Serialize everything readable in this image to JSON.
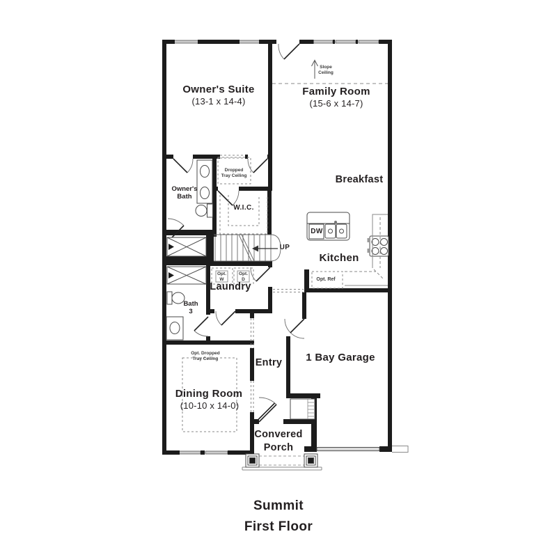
{
  "title": {
    "line1": "Summit",
    "line2": "First Floor"
  },
  "rooms": {
    "owners_suite": {
      "name": "Owner's Suite",
      "dims": "(13-1 x 14-4)"
    },
    "family_room": {
      "name": "Family Room",
      "dims": "(15-6 x 14-7)"
    },
    "breakfast": {
      "name": "Breakfast"
    },
    "kitchen": {
      "name": "Kitchen"
    },
    "owners_bath": {
      "line1": "Owner's",
      "line2": "Bath"
    },
    "wic": {
      "name": "W.I.C."
    },
    "laundry": {
      "name": "Laundry"
    },
    "bath3": {
      "line1": "Bath",
      "line2": "3"
    },
    "dining_room": {
      "name": "Dining Room",
      "dims": "(10-10 x 14-0)"
    },
    "entry": {
      "name": "Entry"
    },
    "garage": {
      "name": "1 Bay Garage"
    },
    "porch": {
      "line1": "Convered",
      "line2": "Porch"
    }
  },
  "annotations": {
    "slope_ceiling": {
      "line1": "Slope",
      "line2": "Ceiling"
    },
    "dropped_tray": {
      "line1": "Dropped",
      "line2": "Tray Ceiling"
    },
    "opt_dropped_tray": {
      "line1": "Opt. Dropped",
      "line2": "Tray Ceiling"
    },
    "up": "UP",
    "dw": "DW",
    "opt_ref": "Opt. Ref",
    "opt_w": {
      "line1": "Opt.",
      "line2": "W"
    },
    "opt_d": {
      "line1": "Opt.",
      "line2": "D"
    }
  },
  "colors": {
    "wall": "#1c1c1c",
    "fixture_line": "#4a4a4a",
    "light_line": "#8a8a8a",
    "window_fill": "#cccccc",
    "text": "#231f20"
  }
}
